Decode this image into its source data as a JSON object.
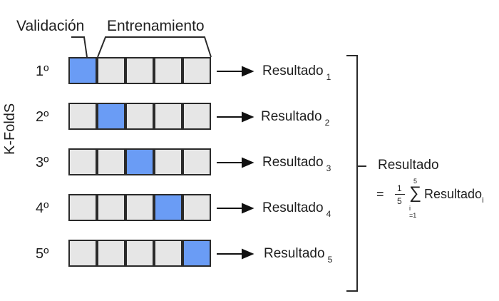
{
  "header": {
    "validation_label": "Validación",
    "training_label": "Entrenamiento"
  },
  "axis_label": "K-FoldS",
  "folds": [
    {
      "order": "1º",
      "result": "Resultado",
      "index": "1",
      "validation_block": 1
    },
    {
      "order": "2º",
      "result": "Resultado",
      "index": "2",
      "validation_block": 2
    },
    {
      "order": "3º",
      "result": "Resultado",
      "index": "3",
      "validation_block": 3
    },
    {
      "order": "4º",
      "result": "Resultado",
      "index": "4",
      "validation_block": 4
    },
    {
      "order": "5º",
      "result": "Resultado",
      "index": "5",
      "validation_block": 5
    }
  ],
  "final": {
    "label": "Resultado",
    "equals": "=",
    "frac_num": "1",
    "frac_den": "5",
    "sum_upper": "5",
    "sum_lower": "i =1",
    "sigma": "∑",
    "term": "Resultado",
    "term_index": "i"
  },
  "colors": {
    "validation": "#6a9cf5",
    "training": "#e6e6e6",
    "border": "#2a2a2a"
  }
}
